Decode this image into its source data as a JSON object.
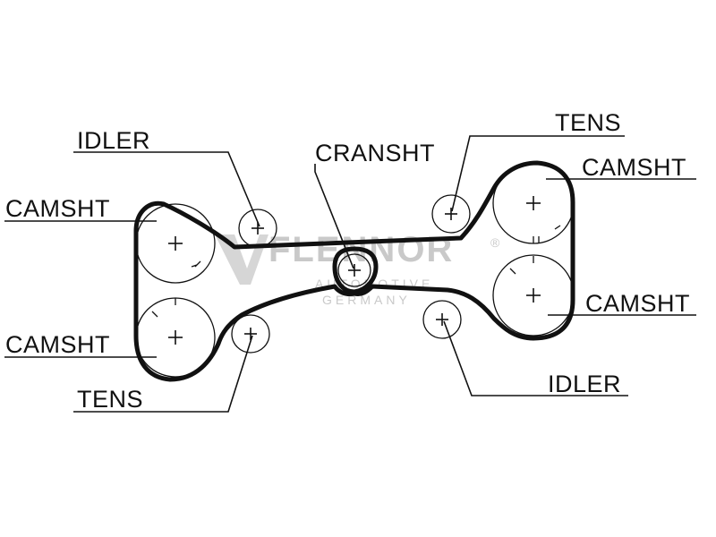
{
  "labels": {
    "idler_top_left": "IDLER",
    "cranshaft": "CRANSHT",
    "tens_top_right": "TENS",
    "camsht_top_right": "CAMSHT",
    "camsht_left_upper": "CAMSHT",
    "camsht_left_lower": "CAMSHT",
    "camsht_right_lower": "CAMSHT",
    "tens_bottom_left": "TENS",
    "idler_bottom_right": "IDLER"
  },
  "watermark": {
    "brand": "FLENNOR",
    "registered": "®",
    "line1": "AUTOMOTIVE",
    "line2": "GERMANY"
  },
  "colors": {
    "ink": "#111111",
    "watermark": "#c9c9c9"
  }
}
